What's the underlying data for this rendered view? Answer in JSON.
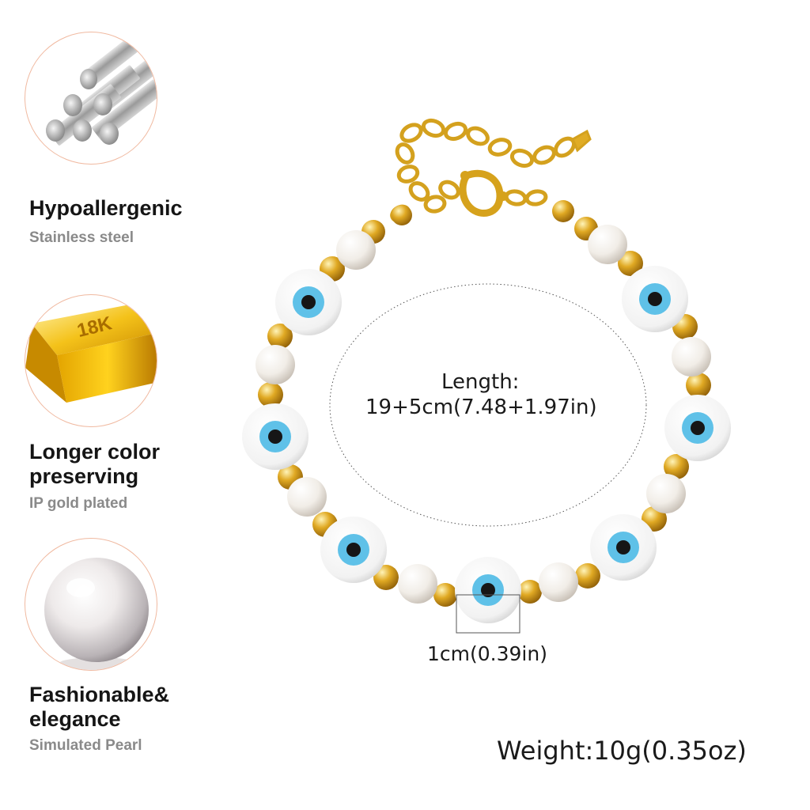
{
  "features": [
    {
      "title": "Hypoallergenic",
      "subtitle": "Stainless steel",
      "icon": "steel-rods-icon"
    },
    {
      "title_lines": [
        "Longer color",
        "preserving"
      ],
      "subtitle": "IP gold plated",
      "icon": "gold-bar-icon",
      "bar_text": "18K"
    },
    {
      "title_lines": [
        "Fashionable&",
        "elegance"
      ],
      "subtitle": "Simulated Pearl",
      "icon": "pearl-icon"
    }
  ],
  "specs": {
    "length_label": "Length:",
    "length_value": "19+5cm(7.48+1.97in)",
    "bead_size": "1cm(0.39in)",
    "weight": "Weight:10g(0.35oz)"
  },
  "colors": {
    "gold": "#d9a520",
    "eye_blue": "#5fc1e8",
    "pearl": "#f3efea",
    "circle_border": "#f0b9a0"
  }
}
